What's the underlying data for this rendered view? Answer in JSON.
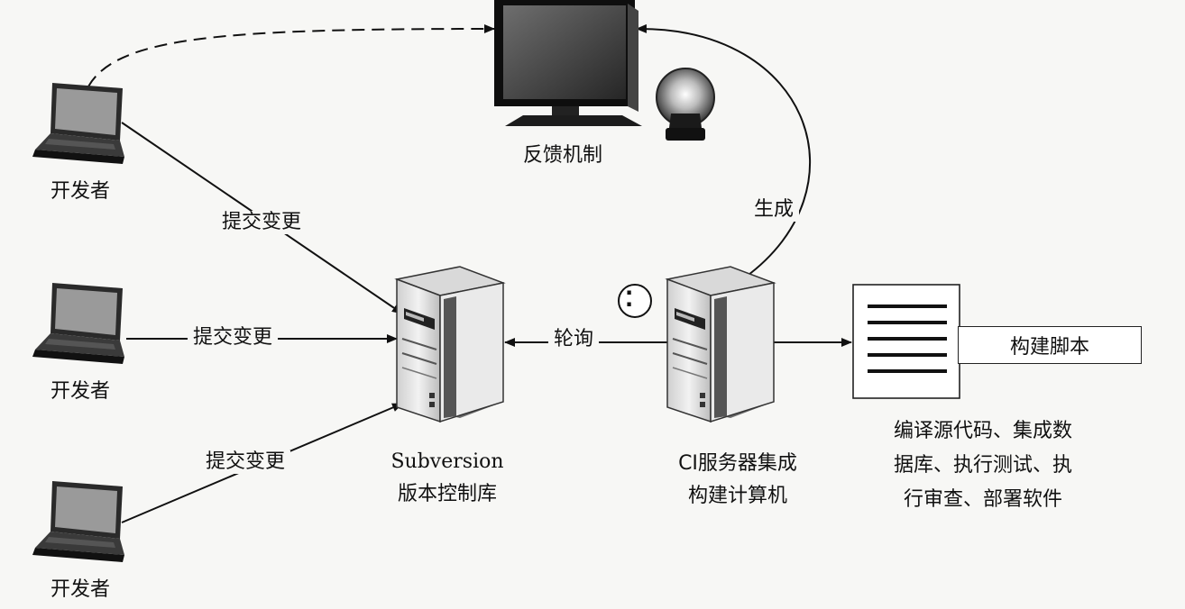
{
  "developers": [
    {
      "label": "开发者"
    },
    {
      "label": "开发者"
    },
    {
      "label": "开发者"
    }
  ],
  "commit_labels": [
    "提交变更",
    "提交变更",
    "提交变更"
  ],
  "feedback": {
    "label": "反馈机制"
  },
  "generate_label": "生成",
  "poll_label": "轮询",
  "timer_symbol": "⁚",
  "repository": {
    "line1": "Subversion",
    "line2": "版本控制库"
  },
  "ci_server": {
    "line1": "CI服务器集成",
    "line2": "构建计算机"
  },
  "build_script": {
    "label": "构建脚本"
  },
  "build_tasks": {
    "line1": "编译源代码、集成数",
    "line2": "据库、执行测试、执",
    "line3": "行审查、部署软件"
  }
}
